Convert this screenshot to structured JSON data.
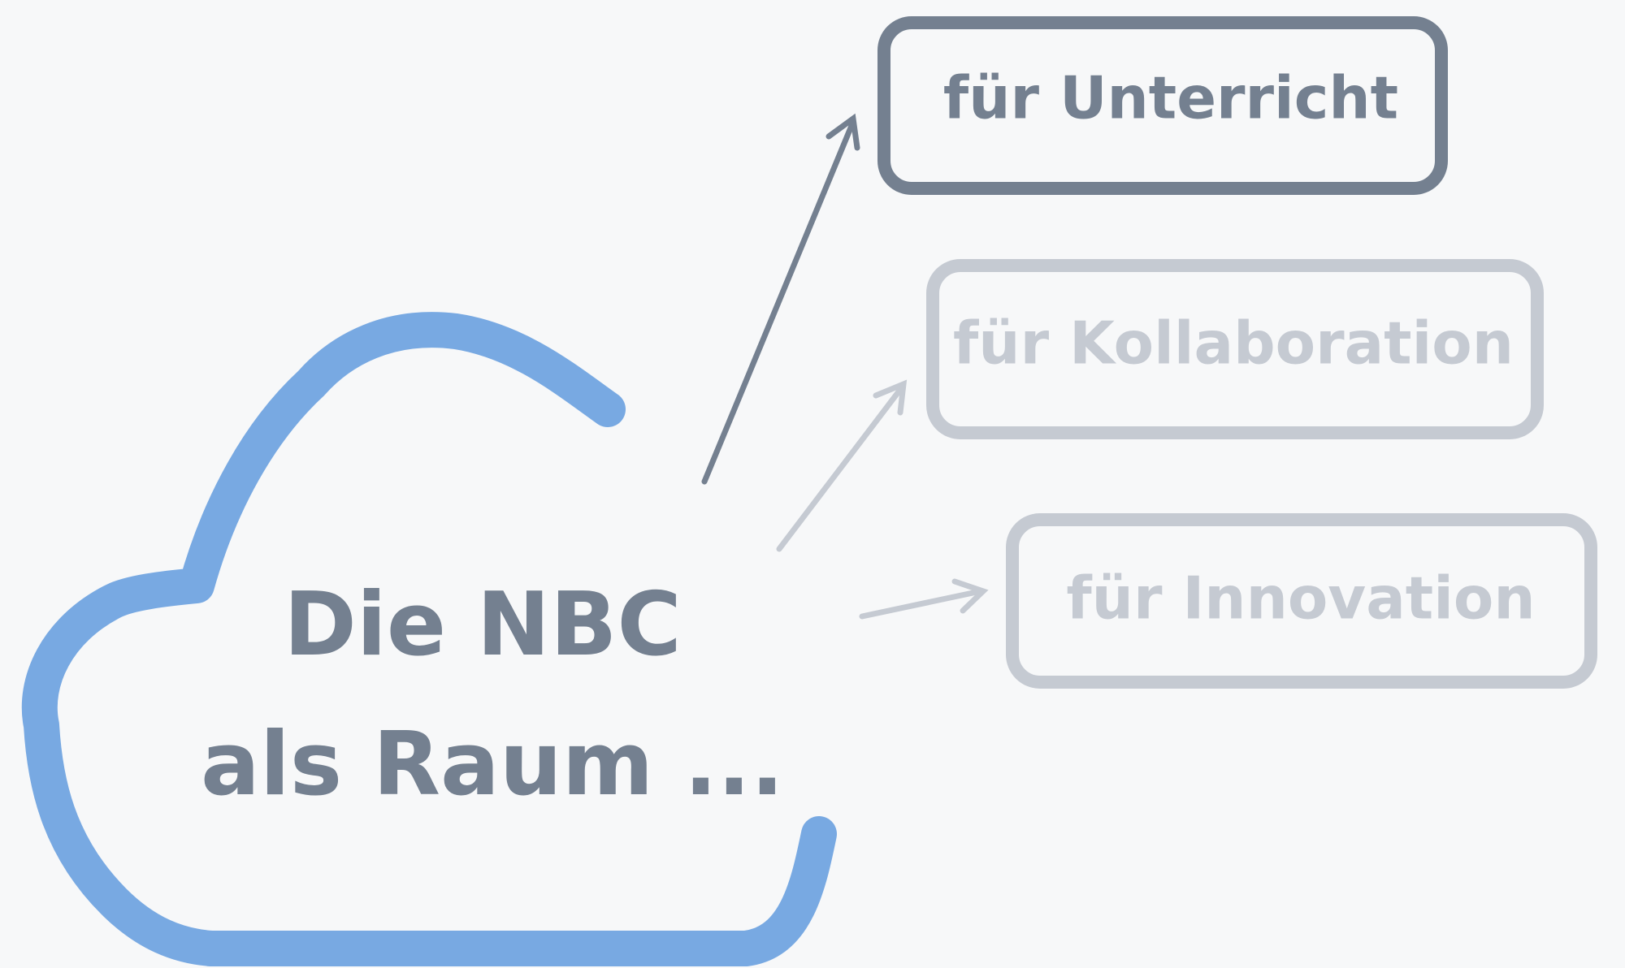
{
  "main": {
    "title_line1": "Die NBC",
    "title_line2": "als Raum ...",
    "boxes": [
      {
        "label": "für Unterricht",
        "state": "active"
      },
      {
        "label": "für Kollaboration",
        "state": "inactive"
      },
      {
        "label": "für Innovation",
        "state": "inactive"
      }
    ]
  },
  "colors": {
    "background": "#f7f8f9",
    "cloud": "#78a9e2",
    "active": "#748090",
    "inactive": "#c5cad2"
  }
}
